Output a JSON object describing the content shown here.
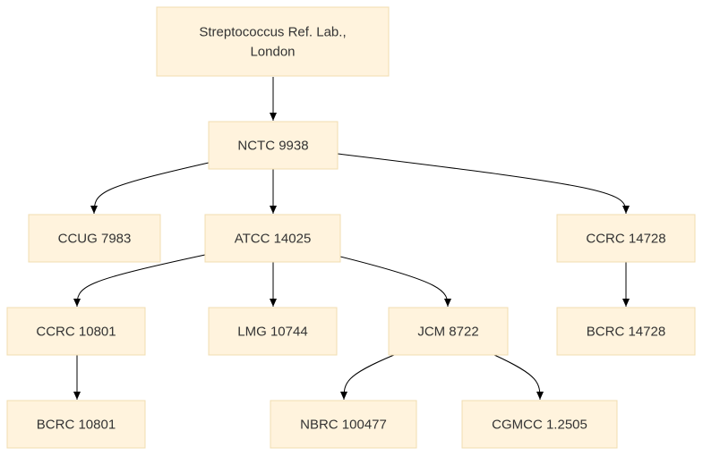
{
  "diagram": {
    "nodes": [
      {
        "id": "root",
        "label_lines": [
          "Streptococcus Ref. Lab.,",
          "London"
        ]
      },
      {
        "id": "nctc",
        "label_lines": [
          "NCTC 9938"
        ]
      },
      {
        "id": "ccug",
        "label_lines": [
          "CCUG 7983"
        ]
      },
      {
        "id": "atcc",
        "label_lines": [
          "ATCC 14025"
        ]
      },
      {
        "id": "ccrc14728",
        "label_lines": [
          "CCRC 14728"
        ]
      },
      {
        "id": "ccrc10801",
        "label_lines": [
          "CCRC 10801"
        ]
      },
      {
        "id": "lmg",
        "label_lines": [
          "LMG 10744"
        ]
      },
      {
        "id": "jcm",
        "label_lines": [
          "JCM 8722"
        ]
      },
      {
        "id": "bcrc14728",
        "label_lines": [
          "BCRC 14728"
        ]
      },
      {
        "id": "bcrc10801",
        "label_lines": [
          "BCRC 10801"
        ]
      },
      {
        "id": "nbrc",
        "label_lines": [
          "NBRC 100477"
        ]
      },
      {
        "id": "cgmcc",
        "label_lines": [
          "CGMCC 1.2505"
        ]
      }
    ],
    "edges": [
      {
        "from": "root",
        "to": "nctc"
      },
      {
        "from": "nctc",
        "to": "ccug"
      },
      {
        "from": "nctc",
        "to": "atcc"
      },
      {
        "from": "nctc",
        "to": "ccrc14728"
      },
      {
        "from": "atcc",
        "to": "ccrc10801"
      },
      {
        "from": "atcc",
        "to": "lmg"
      },
      {
        "from": "atcc",
        "to": "jcm"
      },
      {
        "from": "ccrc14728",
        "to": "bcrc14728"
      },
      {
        "from": "ccrc10801",
        "to": "bcrc10801"
      },
      {
        "from": "jcm",
        "to": "nbrc"
      },
      {
        "from": "jcm",
        "to": "cgmcc"
      }
    ]
  }
}
